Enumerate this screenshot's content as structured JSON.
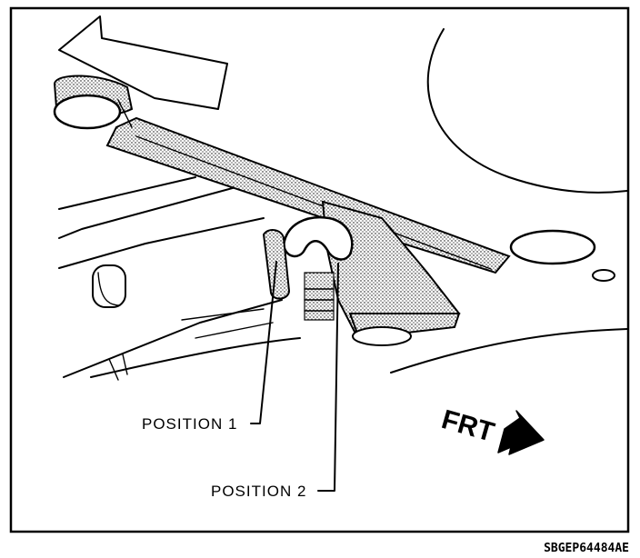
{
  "labels": {
    "position_1": "POSITION 1",
    "position_2": "POSITION 2",
    "direction": "FRT"
  },
  "figure_code": "SBGEP64484AE",
  "colors": {
    "ink": "#000000",
    "paper": "#ffffff",
    "stipple": "#000000"
  },
  "icons": {
    "direction_arrow": "arrow-icon"
  }
}
